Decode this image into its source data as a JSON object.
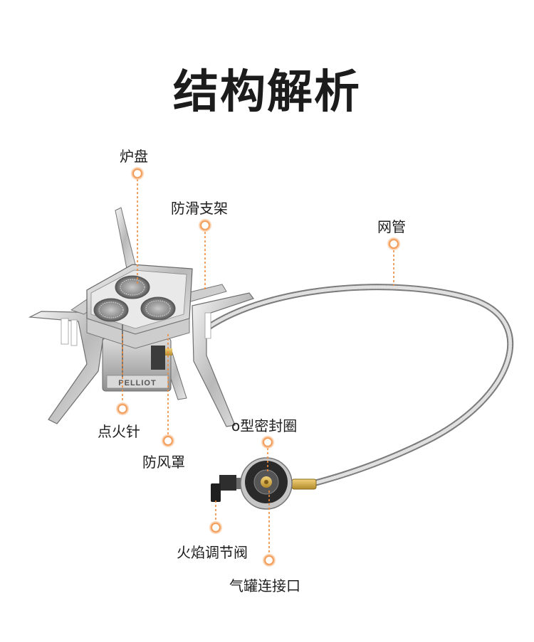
{
  "title": "结构解析",
  "labels": {
    "burner_plate": "炉盘",
    "anti_slip_support": "防滑支架",
    "mesh_hose": "网管",
    "igniter": "点火针",
    "windshield": "防风罩",
    "o_ring": "o型密封圈",
    "flame_valve": "火焰调节阀",
    "canister_connector": "气罐连接口"
  },
  "brand_text": "PELLIOT",
  "colors": {
    "accent": "#f08a3a",
    "text": "#1d1d1d",
    "background": "#ffffff"
  }
}
